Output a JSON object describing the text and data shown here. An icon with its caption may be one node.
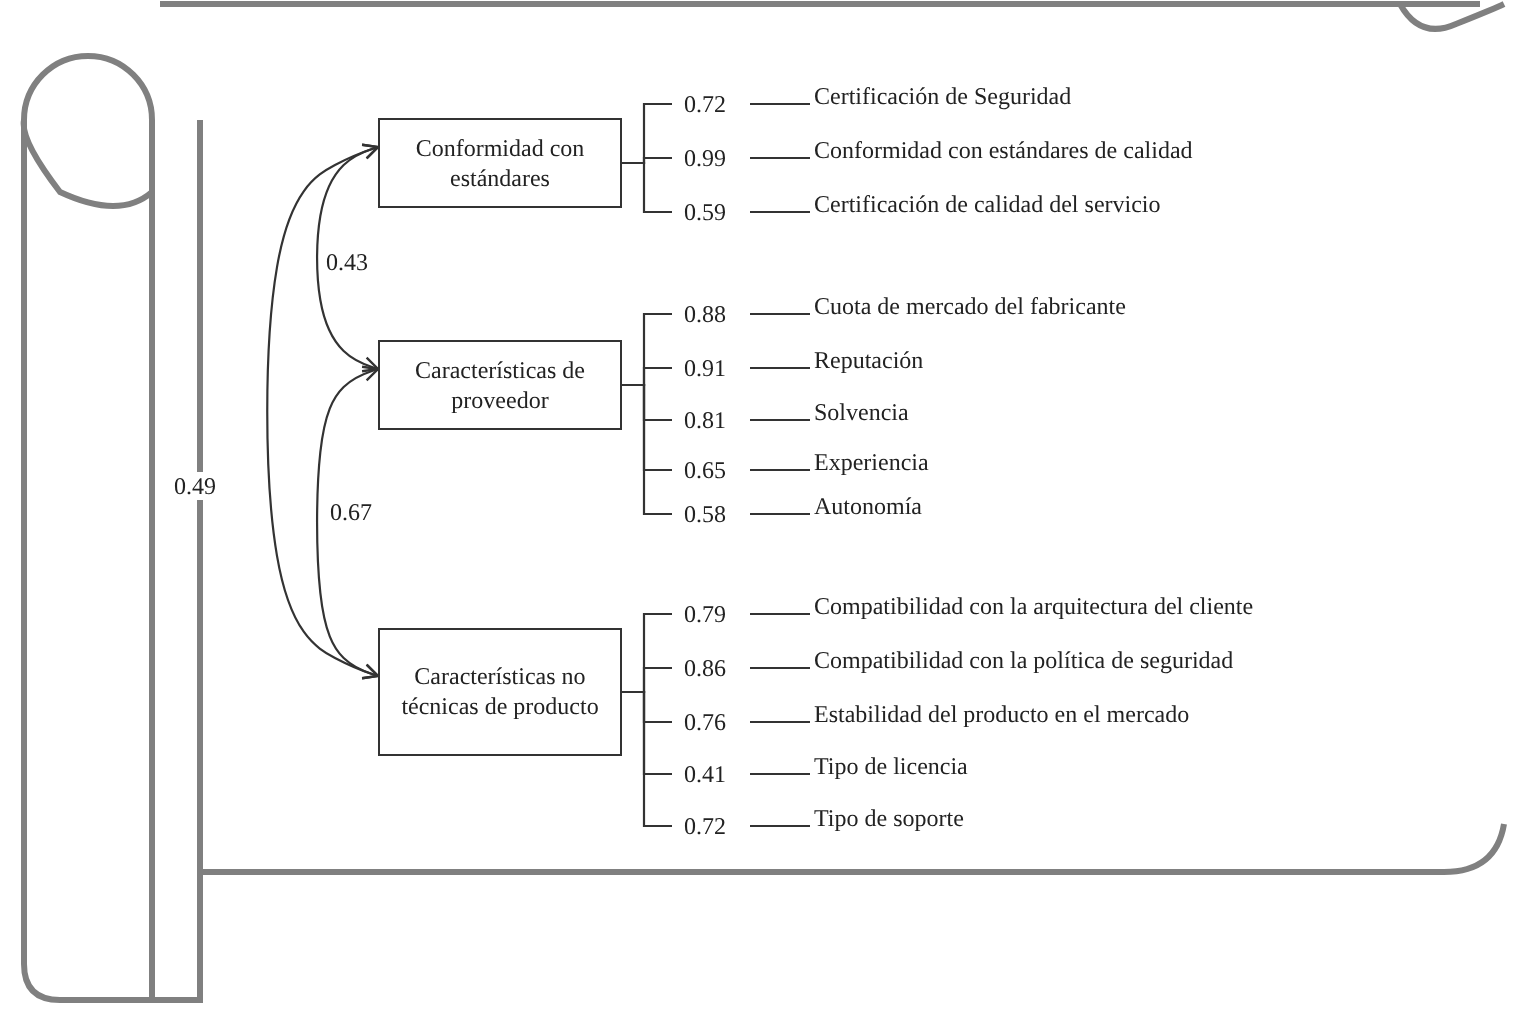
{
  "diagram": {
    "nodes": [
      {
        "text": [
          "Conformidad con estándares"
        ]
      },
      {
        "text": [
          "Características de proveedor"
        ]
      },
      {
        "text": [
          "Características no técnicas de producto"
        ]
      },
      {
        "text": [
          "Certificación de Seguridad"
        ]
      },
      {
        "text": [
          "Conformidad con estándares de calidad"
        ]
      },
      {
        "text": [
          "Certificación de calidad del servicio"
        ]
      },
      {
        "text": [
          "Cuota de mercado del fabricante"
        ]
      },
      {
        "text": [
          "Reputación"
        ]
      },
      {
        "text": [
          "Solvencia"
        ]
      },
      {
        "text": [
          "Experiencia"
        ]
      },
      {
        "text": [
          "Autonomía"
        ]
      },
      {
        "text": [
          "Compatibilidad con la arquitectura del cliente"
        ]
      },
      {
        "text": [
          "Compatibilidad con la política de seguridad"
        ]
      },
      {
        "text": [
          "Estabilidad del producto en el mercado"
        ]
      },
      {
        "text": [
          "Tipo de licencia"
        ]
      },
      {
        "text": [
          "Tipo de soporte"
        ]
      }
    ],
    "edges": [
      {
        "from": 0,
        "to": 3,
        "arrow": "none",
        "label": "0.72"
      },
      {
        "from": 0,
        "to": 4,
        "arrow": "none",
        "label": "0.99"
      },
      {
        "from": 0,
        "to": 5,
        "arrow": "none",
        "label": "0.59"
      },
      {
        "from": 1,
        "to": 6,
        "arrow": "none",
        "label": "0.88"
      },
      {
        "from": 1,
        "to": 7,
        "arrow": "none",
        "label": "0.91"
      },
      {
        "from": 1,
        "to": 8,
        "arrow": "none",
        "label": "0.81"
      },
      {
        "from": 1,
        "to": 9,
        "arrow": "none",
        "label": "0.65"
      },
      {
        "from": 1,
        "to": 10,
        "arrow": "none",
        "label": "0.58"
      },
      {
        "from": 2,
        "to": 11,
        "arrow": "none",
        "label": "0.79"
      },
      {
        "from": 2,
        "to": 12,
        "arrow": "none",
        "label": "0.86"
      },
      {
        "from": 2,
        "to": 13,
        "arrow": "none",
        "label": "0.76"
      },
      {
        "from": 2,
        "to": 14,
        "arrow": "none",
        "label": "0.41"
      },
      {
        "from": 2,
        "to": 15,
        "arrow": "none",
        "label": "0.72"
      },
      {
        "from": 0,
        "to": 1,
        "arrow": "both",
        "label": "0.43"
      },
      {
        "from": 1,
        "to": 2,
        "arrow": "both",
        "label": "0.67"
      },
      {
        "from": 0,
        "to": 2,
        "arrow": "both",
        "label": "0.49"
      }
    ]
  }
}
